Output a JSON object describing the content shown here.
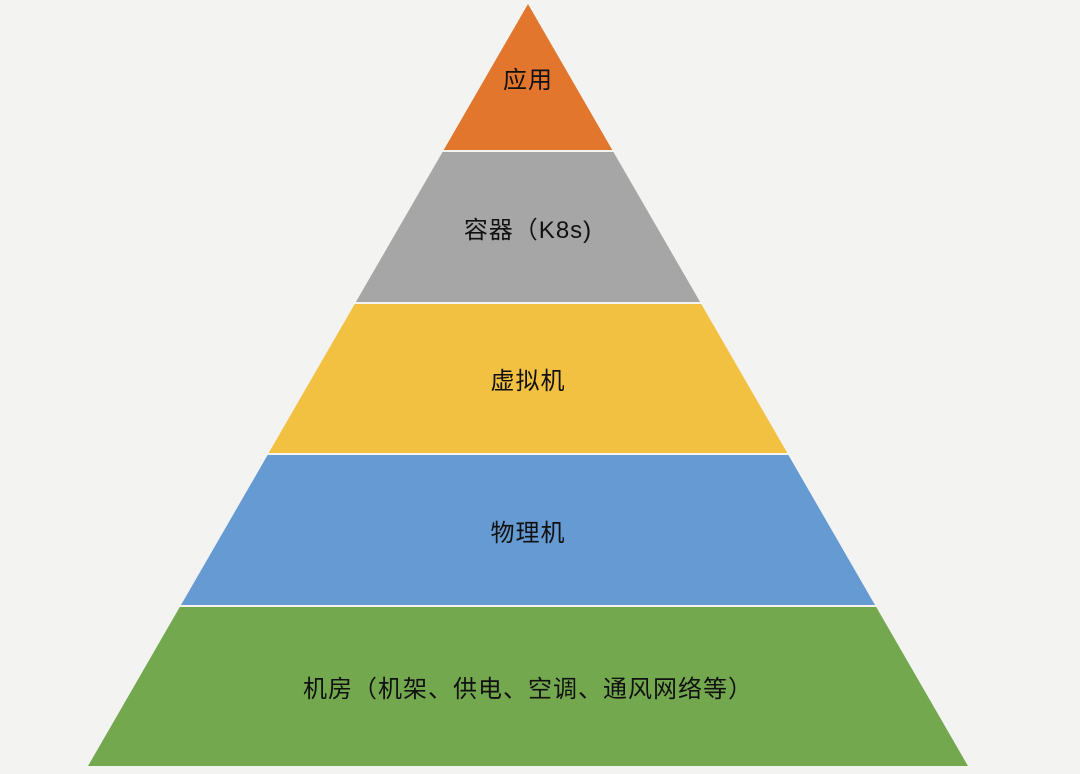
{
  "background_color": "#f3f3f2",
  "text_color": "#111111",
  "pyramid": {
    "description": "infrastructure-stack-pyramid",
    "layers": [
      {
        "id": "application",
        "label": "应用",
        "color": "#E2762D"
      },
      {
        "id": "container-k8s",
        "label": "容器（K8s)",
        "color": "#A6A6A6"
      },
      {
        "id": "virtual-machine",
        "label": "虚拟机",
        "color": "#F2C141"
      },
      {
        "id": "physical-machine",
        "label": "物理机",
        "color": "#659AD2"
      },
      {
        "id": "datacenter",
        "label": "机房（机架、供电、空调、通风网络等）",
        "color": "#74A84E"
      }
    ]
  }
}
